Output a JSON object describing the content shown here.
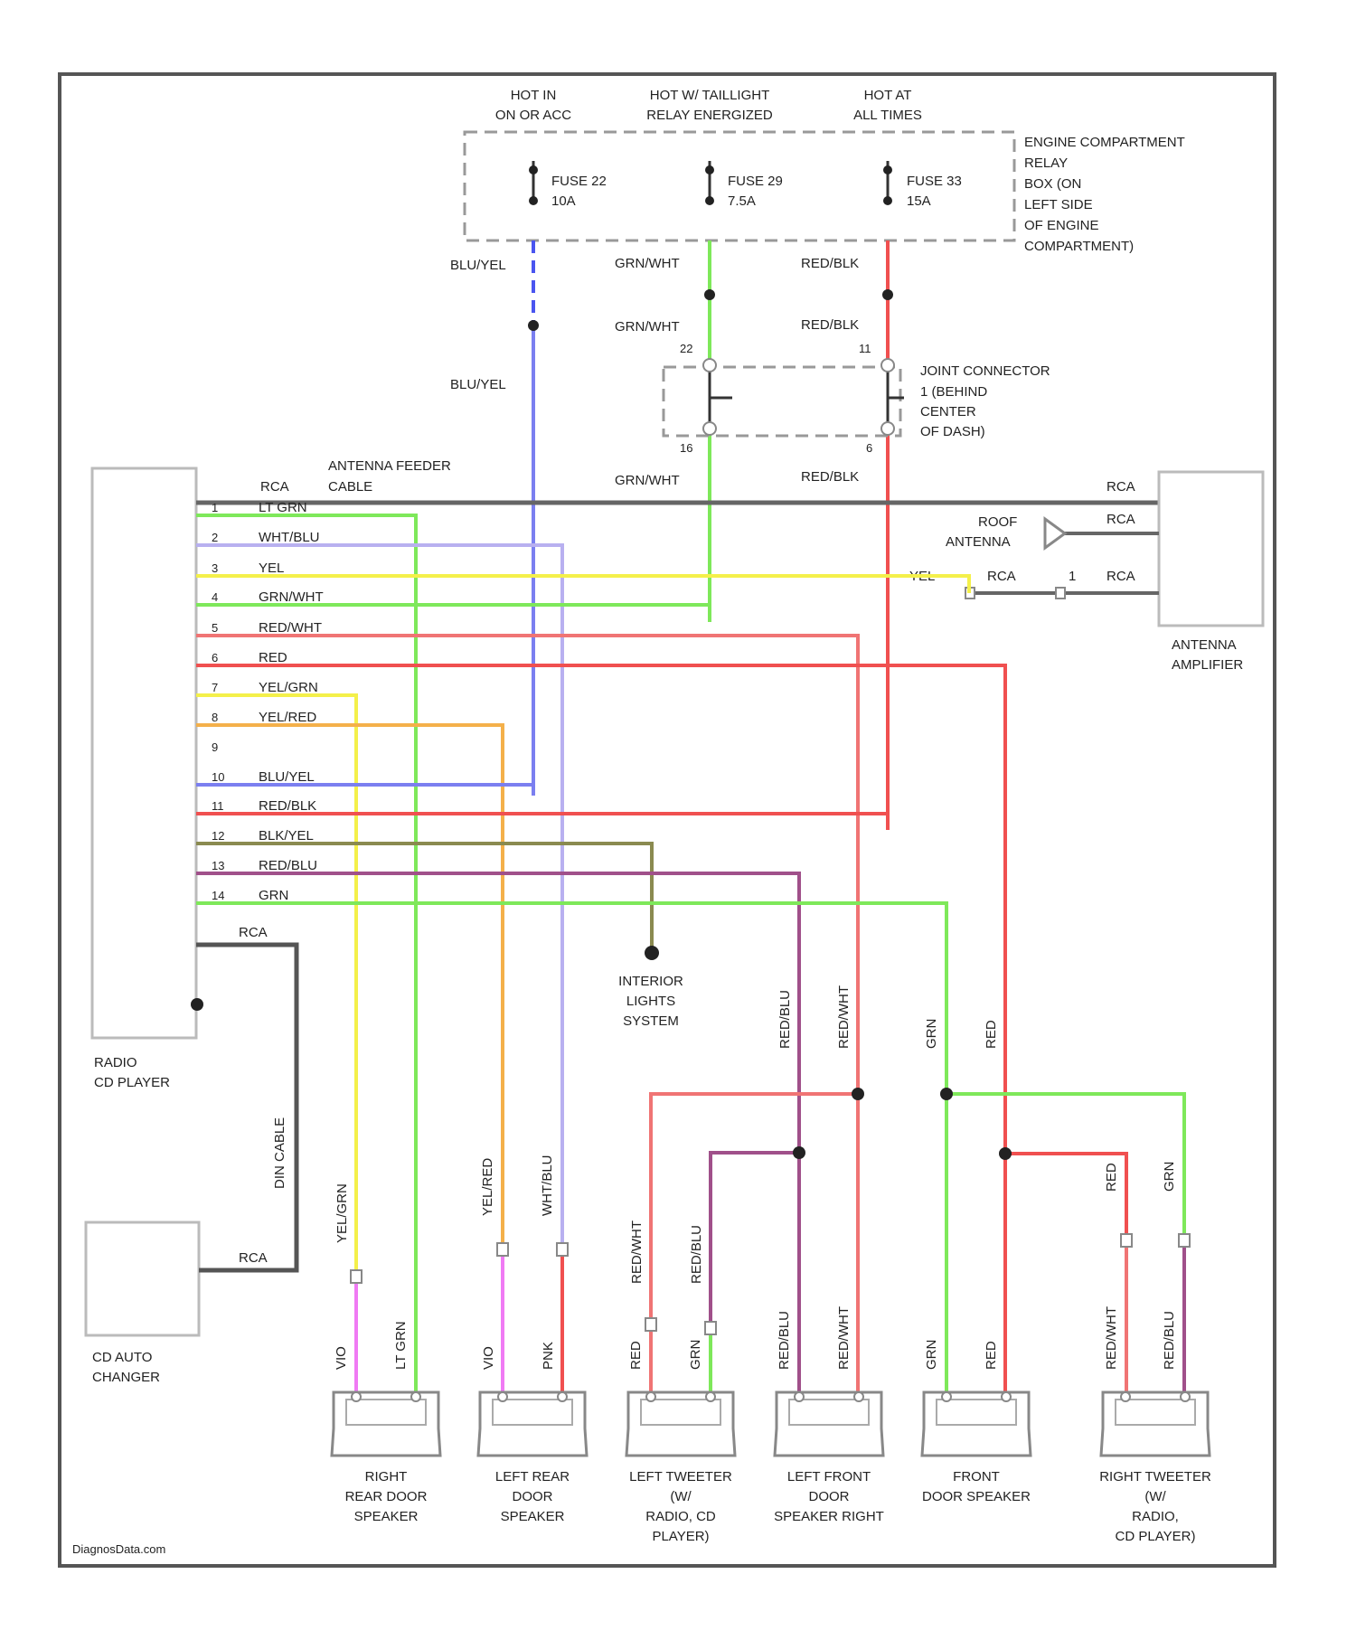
{
  "power": {
    "hot_on_acc": [
      "HOT IN",
      "ON OR ACC"
    ],
    "hot_taillight": [
      "HOT W/ TAILLIGHT",
      "RELAY ENERGIZED"
    ],
    "hot_always": [
      "HOT AT",
      "ALL TIMES"
    ],
    "fuse_left": [
      "FUSE 22",
      "10A"
    ],
    "fuse_mid": [
      "FUSE 29",
      "7.5A"
    ],
    "fuse_right": [
      "FUSE 33",
      "15A"
    ],
    "relay_box": [
      "ENGINE COMPARTMENT",
      "RELAY",
      "BOX (ON",
      "LEFT SIDE",
      "OF ENGINE",
      "COMPARTMENT)"
    ]
  },
  "joint_connector": {
    "label": [
      "JOINT CONNECTOR",
      "1 (BEHIND",
      "CENTER",
      "OF DASH)"
    ],
    "pins": {
      "top_left": "22",
      "top_right": "11",
      "bottom_left": "16",
      "bottom_right": "6"
    }
  },
  "wires": {
    "blu_yel": "BLU/YEL",
    "grn_wht": "GRN/WHT",
    "red_blk": "RED/BLK"
  },
  "antenna": {
    "feeder": [
      "ANTENNA FEEDER",
      "CABLE"
    ],
    "rca": "RCA",
    "roof": [
      "ROOF",
      "ANTENNA"
    ],
    "amp": [
      "ANTENNA",
      "AMPLIFIER"
    ],
    "yel": "YEL",
    "pin1": "1"
  },
  "radio_pins": [
    {
      "num": "1",
      "color": "LT GRN"
    },
    {
      "num": "2",
      "color": "WHT/BLU"
    },
    {
      "num": "3",
      "color": "YEL"
    },
    {
      "num": "4",
      "color": "GRN/WHT"
    },
    {
      "num": "5",
      "color": "RED/WHT"
    },
    {
      "num": "6",
      "color": "RED"
    },
    {
      "num": "7",
      "color": "YEL/GRN"
    },
    {
      "num": "8",
      "color": "YEL/RED"
    },
    {
      "num": "9",
      "color": ""
    },
    {
      "num": "10",
      "color": "BLU/YEL"
    },
    {
      "num": "11",
      "color": "RED/BLK"
    },
    {
      "num": "12",
      "color": "BLK/YEL"
    },
    {
      "num": "13",
      "color": "RED/BLU"
    },
    {
      "num": "14",
      "color": "GRN"
    }
  ],
  "components": {
    "radio": [
      "RADIO",
      "CD PLAYER"
    ],
    "cd_changer": [
      "CD AUTO",
      "CHANGER"
    ],
    "din_cable": "DIN CABLE",
    "interior": [
      "INTERIOR",
      "LIGHTS",
      "SYSTEM"
    ]
  },
  "vertical_labels": {
    "red_blu_mid": "RED/BLU",
    "red_wht_mid": "RED/WHT",
    "grn_mid": "GRN",
    "red_mid": "RED",
    "yel_grn": "YEL/GRN",
    "yel_red": "YEL/RED",
    "wht_blu": "WHT/BLU",
    "red_wht_low": "RED/WHT",
    "red_blu_low": "RED/BLU",
    "red_right": "RED",
    "grn_right": "GRN",
    "vio": "VIO",
    "lt_grn": "LT GRN",
    "pnk": "PNK",
    "red": "RED",
    "grn": "GRN",
    "red_blu": "RED/BLU",
    "red_wht": "RED/WHT"
  },
  "speakers": [
    [
      "RIGHT",
      "REAR DOOR",
      "SPEAKER"
    ],
    [
      "LEFT REAR",
      "DOOR",
      "SPEAKER"
    ],
    [
      "LEFT TWEETER",
      "(W/",
      "RADIO, CD",
      "PLAYER)"
    ],
    [
      "LEFT FRONT",
      "DOOR",
      "SPEAKER RIGHT"
    ],
    [
      "FRONT",
      "DOOR SPEAKER"
    ],
    [
      "RIGHT TWEETER",
      "(W/",
      "RADIO,",
      "CD PLAYER)"
    ]
  ],
  "footer": "DiagnosData.com",
  "colors": {
    "blue": "#7b7ff0",
    "green": "#7ee85a",
    "red": "#f07474",
    "yellow": "#f4f04a",
    "orange": "#f4b04a",
    "purple": "#a0508a",
    "magenta": "#f07af4",
    "olive": "#8a8a50",
    "lavender": "#b8b0f0",
    "gray": "#555555"
  }
}
